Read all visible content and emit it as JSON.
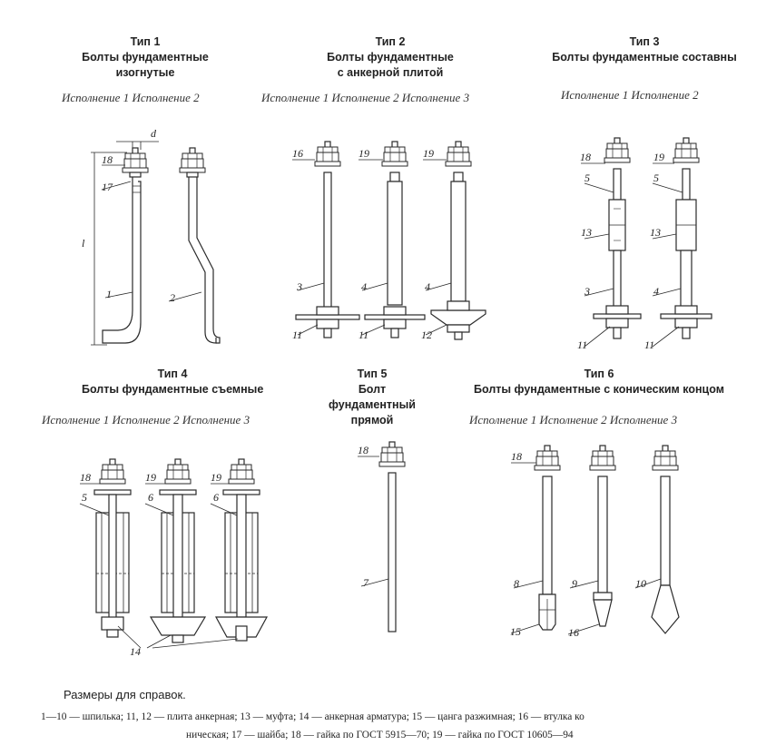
{
  "types": [
    {
      "id": "t1",
      "heading": "Тип 1",
      "lines": [
        "Болты фундаментные",
        "изогнутые"
      ],
      "variants": "Исполнение 1 Исполнение 2"
    },
    {
      "id": "t2",
      "heading": "Тип 2",
      "lines": [
        "Болты фундаментные",
        "с анкерной плитой"
      ],
      "variants": "Исполнение 1 Исполнение 2 Исполнение 3"
    },
    {
      "id": "t3",
      "heading": "Тип 3",
      "lines": [
        "Болты фундаментные составны"
      ],
      "variants": "Исполнение 1 Исполнение 2"
    },
    {
      "id": "t4",
      "heading": "Тип 4",
      "lines": [
        "Болты фундаментные съемные"
      ],
      "variants": "Исполнение 1 Исполнение 2 Исполнение 3"
    },
    {
      "id": "t5",
      "heading": "Тип 5",
      "lines": [
        "Болт",
        "фундаментный",
        "прямой"
      ],
      "variants": ""
    },
    {
      "id": "t6",
      "heading": "Тип 6",
      "lines": [
        "Болты фундаментные с коническим концом"
      ],
      "variants": "Исполнение 1 Исполнение 2 Исполнение 3"
    }
  ],
  "dimension_labels": {
    "d": "d",
    "l": "l"
  },
  "callouts": {
    "t1": [
      "18",
      "17",
      "1",
      "2"
    ],
    "t2": [
      "16",
      "19",
      "19",
      "3",
      "4",
      "4",
      "11",
      "11",
      "12"
    ],
    "t3": [
      "18",
      "19",
      "5",
      "5",
      "13",
      "13",
      "3",
      "4",
      "11",
      "11"
    ],
    "t4": [
      "18",
      "19",
      "19",
      "5",
      "6",
      "6",
      "14"
    ],
    "t5": [
      "18",
      "7"
    ],
    "t6": [
      "18",
      "8",
      "9",
      "10",
      "15",
      "16"
    ]
  },
  "notes": {
    "heading": "Размеры для справок.",
    "line1": "1—10 — шпилька; 11, 12 — плита анкерная; 13 — муфта; 14 — анкерная арматура; 15 — цанга разжимная; 16 — втулка ко",
    "line2": "ническая; 17 — шайба; 18 — гайка по ГОСТ 5915—70; 19 — гайка по ГОСТ 10605—94"
  },
  "colors": {
    "ink": "#2a2a2a",
    "paper": "#ffffff"
  }
}
